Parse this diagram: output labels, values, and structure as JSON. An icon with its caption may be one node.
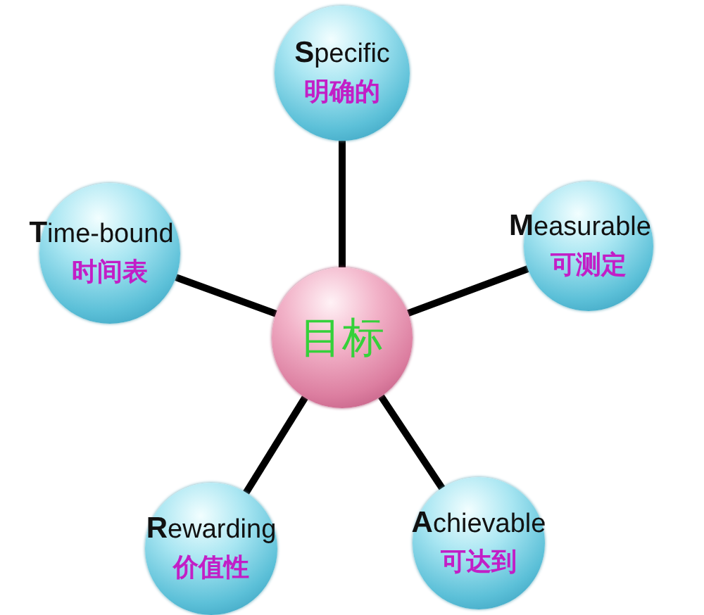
{
  "diagram": {
    "nodes": [
      {
        "text": [
          "**S**pecific",
          "明确的"
        ]
      },
      {
        "text": [
          "**T**ime-bound",
          "时间表"
        ]
      },
      {
        "text": [
          "**M**easurable",
          "可测定"
        ]
      },
      {
        "text": [
          "目标"
        ]
      },
      {
        "text": [
          "**R**ewarding",
          "价值性"
        ]
      },
      {
        "text": [
          "**A**chievable",
          "可达到"
        ]
      }
    ],
    "edges": [
      {
        "from": 3,
        "to": 0,
        "arrow": "none"
      },
      {
        "from": 3,
        "to": 1,
        "arrow": "none"
      },
      {
        "from": 3,
        "to": 2,
        "arrow": "none"
      },
      {
        "from": 3,
        "to": 4,
        "arrow": "none"
      },
      {
        "from": 3,
        "to": 5,
        "arrow": "none"
      }
    ]
  }
}
